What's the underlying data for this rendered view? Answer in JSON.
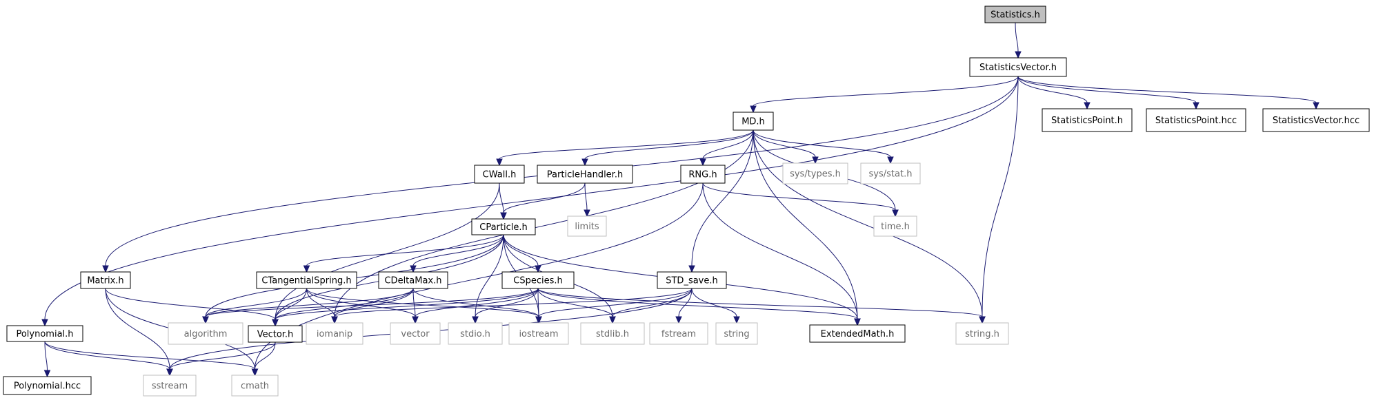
{
  "colors": {
    "edge": "#191970",
    "node_border": "#000000",
    "node_border_external": "#bfbfbf",
    "root_fill": "#bfbfbf",
    "text": "#000000",
    "text_external": "#6b6b6b"
  },
  "graph": {
    "nodes": [
      {
        "id": "statistics_h",
        "label": "Statistics.h",
        "kind": "root"
      },
      {
        "id": "statisticsvector_h",
        "label": "StatisticsVector.h",
        "kind": "file"
      },
      {
        "id": "md_h",
        "label": "MD.h",
        "kind": "file"
      },
      {
        "id": "statisticspoint_h",
        "label": "StatisticsPoint.h",
        "kind": "file"
      },
      {
        "id": "statisticspoint_hcc",
        "label": "StatisticsPoint.hcc",
        "kind": "file"
      },
      {
        "id": "statisticsvector_hcc",
        "label": "StatisticsVector.hcc",
        "kind": "file"
      },
      {
        "id": "cwall_h",
        "label": "CWall.h",
        "kind": "file"
      },
      {
        "id": "particlehandler_h",
        "label": "ParticleHandler.h",
        "kind": "file"
      },
      {
        "id": "rng_h",
        "label": "RNG.h",
        "kind": "file"
      },
      {
        "id": "sys_types_h",
        "label": "sys/types.h",
        "kind": "external"
      },
      {
        "id": "sys_stat_h",
        "label": "sys/stat.h",
        "kind": "external"
      },
      {
        "id": "limits",
        "label": "limits",
        "kind": "external"
      },
      {
        "id": "time_h",
        "label": "time.h",
        "kind": "external"
      },
      {
        "id": "cparticle_h",
        "label": "CParticle.h",
        "kind": "file"
      },
      {
        "id": "matrix_h",
        "label": "Matrix.h",
        "kind": "file"
      },
      {
        "id": "ctangentialspring_h",
        "label": "CTangentialSpring.h",
        "kind": "file"
      },
      {
        "id": "cdeltamax_h",
        "label": "CDeltaMax.h",
        "kind": "file"
      },
      {
        "id": "cspecies_h",
        "label": "CSpecies.h",
        "kind": "file"
      },
      {
        "id": "std_save_h",
        "label": "STD_save.h",
        "kind": "file"
      },
      {
        "id": "polynomial_h",
        "label": "Polynomial.h",
        "kind": "file"
      },
      {
        "id": "algorithm",
        "label": "algorithm",
        "kind": "external"
      },
      {
        "id": "vector_h",
        "label": "Vector.h",
        "kind": "file"
      },
      {
        "id": "iomanip",
        "label": "iomanip",
        "kind": "external"
      },
      {
        "id": "vector",
        "label": "vector",
        "kind": "external"
      },
      {
        "id": "stdio_h",
        "label": "stdio.h",
        "kind": "external"
      },
      {
        "id": "iostream",
        "label": "iostream",
        "kind": "external"
      },
      {
        "id": "stdlib_h",
        "label": "stdlib.h",
        "kind": "external"
      },
      {
        "id": "fstream",
        "label": "fstream",
        "kind": "external"
      },
      {
        "id": "string",
        "label": "string",
        "kind": "external"
      },
      {
        "id": "extendedmath_h",
        "label": "ExtendedMath.h",
        "kind": "file"
      },
      {
        "id": "string_h",
        "label": "string.h",
        "kind": "external"
      },
      {
        "id": "polynomial_hcc",
        "label": "Polynomial.hcc",
        "kind": "file"
      },
      {
        "id": "sstream",
        "label": "sstream",
        "kind": "external"
      },
      {
        "id": "cmath",
        "label": "cmath",
        "kind": "external"
      }
    ],
    "edges": [
      [
        "statistics_h",
        "statisticsvector_h"
      ],
      [
        "statisticsvector_h",
        "md_h"
      ],
      [
        "statisticsvector_h",
        "statisticspoint_h"
      ],
      [
        "statisticsvector_h",
        "statisticspoint_hcc"
      ],
      [
        "statisticsvector_h",
        "statisticsvector_hcc"
      ],
      [
        "statisticsvector_h",
        "string_h"
      ],
      [
        "statisticsvector_h",
        "matrix_h"
      ],
      [
        "statisticsvector_h",
        "polynomial_h"
      ],
      [
        "md_h",
        "cwall_h"
      ],
      [
        "md_h",
        "particlehandler_h"
      ],
      [
        "md_h",
        "rng_h"
      ],
      [
        "md_h",
        "sys_types_h"
      ],
      [
        "md_h",
        "sys_stat_h"
      ],
      [
        "md_h",
        "time_h"
      ],
      [
        "md_h",
        "std_save_h"
      ],
      [
        "md_h",
        "extendedmath_h"
      ],
      [
        "md_h",
        "string_h"
      ],
      [
        "md_h",
        "iomanip"
      ],
      [
        "cwall_h",
        "cparticle_h"
      ],
      [
        "cwall_h",
        "vector_h"
      ],
      [
        "particlehandler_h",
        "cparticle_h"
      ],
      [
        "particlehandler_h",
        "limits"
      ],
      [
        "rng_h",
        "time_h"
      ],
      [
        "rng_h",
        "extendedmath_h"
      ],
      [
        "rng_h",
        "cmath"
      ],
      [
        "cparticle_h",
        "ctangentialspring_h"
      ],
      [
        "cparticle_h",
        "cdeltamax_h"
      ],
      [
        "cparticle_h",
        "cspecies_h"
      ],
      [
        "cparticle_h",
        "algorithm"
      ],
      [
        "cparticle_h",
        "vector_h"
      ],
      [
        "cparticle_h",
        "stdio_h"
      ],
      [
        "cparticle_h",
        "iostream"
      ],
      [
        "cparticle_h",
        "stdlib_h"
      ],
      [
        "cparticle_h",
        "extendedmath_h"
      ],
      [
        "matrix_h",
        "vector_h"
      ],
      [
        "matrix_h",
        "sstream"
      ],
      [
        "matrix_h",
        "cmath"
      ],
      [
        "ctangentialspring_h",
        "algorithm"
      ],
      [
        "ctangentialspring_h",
        "vector_h"
      ],
      [
        "ctangentialspring_h",
        "iomanip"
      ],
      [
        "ctangentialspring_h",
        "vector"
      ],
      [
        "ctangentialspring_h",
        "iostream"
      ],
      [
        "cdeltamax_h",
        "algorithm"
      ],
      [
        "cdeltamax_h",
        "vector_h"
      ],
      [
        "cdeltamax_h",
        "iomanip"
      ],
      [
        "cdeltamax_h",
        "vector"
      ],
      [
        "cdeltamax_h",
        "iostream"
      ],
      [
        "cspecies_h",
        "vector_h"
      ],
      [
        "cspecies_h",
        "algorithm"
      ],
      [
        "cspecies_h",
        "vector"
      ],
      [
        "cspecies_h",
        "stdio_h"
      ],
      [
        "cspecies_h",
        "iostream"
      ],
      [
        "cspecies_h",
        "stdlib_h"
      ],
      [
        "cspecies_h",
        "extendedmath_h"
      ],
      [
        "cspecies_h",
        "string_h"
      ],
      [
        "std_save_h",
        "iomanip"
      ],
      [
        "std_save_h",
        "iostream"
      ],
      [
        "std_save_h",
        "stdlib_h"
      ],
      [
        "std_save_h",
        "fstream"
      ],
      [
        "std_save_h",
        "string"
      ],
      [
        "std_save_h",
        "sstream"
      ],
      [
        "polynomial_h",
        "polynomial_hcc"
      ],
      [
        "polynomial_h",
        "sstream"
      ],
      [
        "polynomial_h",
        "cmath"
      ],
      [
        "vector_h",
        "sstream"
      ],
      [
        "vector_h",
        "cmath"
      ]
    ]
  }
}
